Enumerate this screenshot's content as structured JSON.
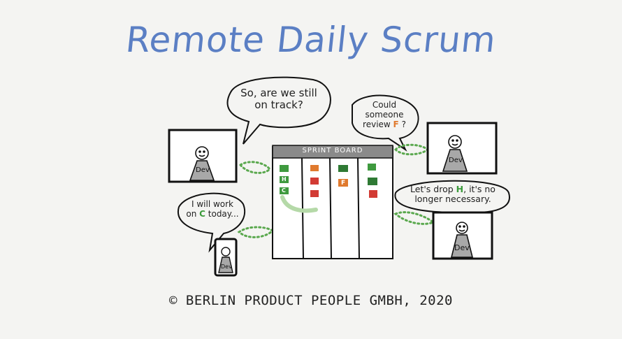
{
  "title": "Remote Daily Scrum",
  "board": {
    "title": "SPRINT BOARD"
  },
  "speech": {
    "top_left": [
      "So, are we still",
      "on track?"
    ],
    "top_right": {
      "pre": [
        "Could",
        "someone"
      ],
      "line3_prefix": "review ",
      "ticket": "F",
      "suffix": " ?"
    },
    "bottom_left": {
      "line1": "I will work",
      "pre": "on ",
      "ticket": "C",
      "post": " today..."
    },
    "bottom_right": {
      "pre": "Let's drop ",
      "ticket": "H",
      "post": ", it's no",
      "line2": "longer necessary."
    }
  },
  "participants": [
    "Dev",
    "Dev",
    "Dev",
    "Dev"
  ],
  "cards": {
    "H": "H",
    "C": "C",
    "F": "F"
  },
  "colors": {
    "title": "#5b7fc4",
    "green_dark": "#2f7a34",
    "green": "#3f9a3f",
    "red": "#d23b34",
    "orange": "#e07a2e",
    "board_header": "#8a8a8a"
  },
  "copyright": "© BERLIN PRODUCT PEOPLE GMBH, 2020"
}
